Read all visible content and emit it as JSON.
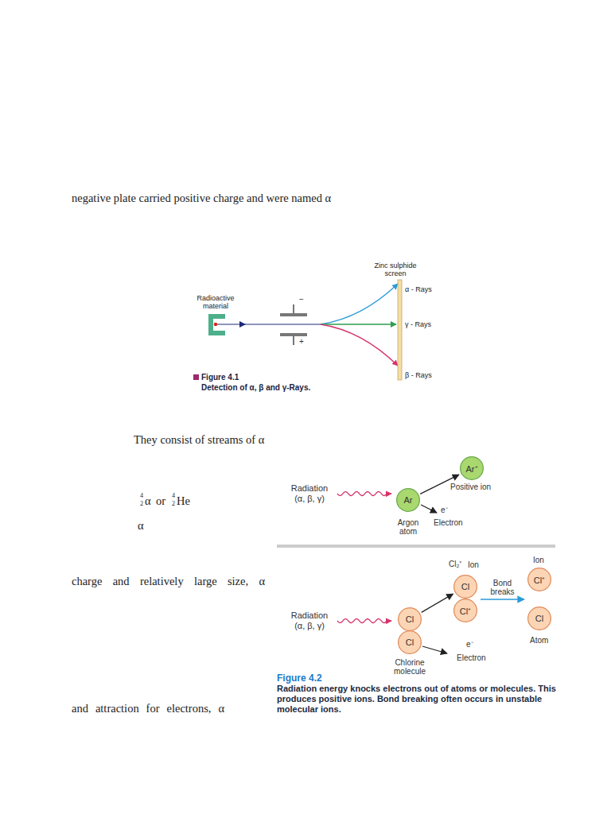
{
  "diagram": {
    "nodes": [
      {
        "text": [
          "Ar⁺"
        ]
      },
      {
        "text": [
          "Ar"
        ]
      },
      {
        "text": [
          "Cl"
        ]
      },
      {
        "text": [
          "Cl⁺"
        ]
      },
      {
        "text": [
          "Cl⁺"
        ]
      },
      {
        "text": [
          "Cl"
        ]
      },
      {
        "text": [
          "Cl"
        ]
      },
      {
        "text": [
          "Cl"
        ]
      }
    ],
    "edges": [
      {
        "from": 1,
        "to": 0,
        "arrow": "to"
      },
      {
        "from": 6,
        "to": 2,
        "arrow": "to"
      },
      {
        "from": 3,
        "to": 4,
        "label": "Bond breaks",
        "arrow": "to"
      }
    ],
    "labels": [
      "negative plate carried positive charge and were named α",
      "Zinc sulphide screen",
      "Radioactive material",
      "−",
      "+",
      "α - Rays",
      "γ - Rays",
      "β - Rays",
      "Figure 4.1",
      "Detection of α, β and γ-Rays.",
      "They consist of streams of α",
      "4",
      "2",
      "α",
      "or",
      "4",
      "2",
      "He",
      "α",
      "charge and relatively large size, α",
      "and attraction for electrons, α",
      "Radiation (α, β, γ)",
      "Argon atom",
      "Positive ion",
      "e⁻",
      "Electron",
      "Cl₂⁺",
      "Ion",
      "Ion",
      "Atom",
      "Radiation (α, β, γ)",
      "Chlorine molecule",
      "e⁻",
      "Electron",
      "Figure 4.2",
      "Radiation energy knocks electrons out of atoms or molecules. This produces positive ions. Bond breaking often occurs in unstable molecular ions."
    ]
  }
}
